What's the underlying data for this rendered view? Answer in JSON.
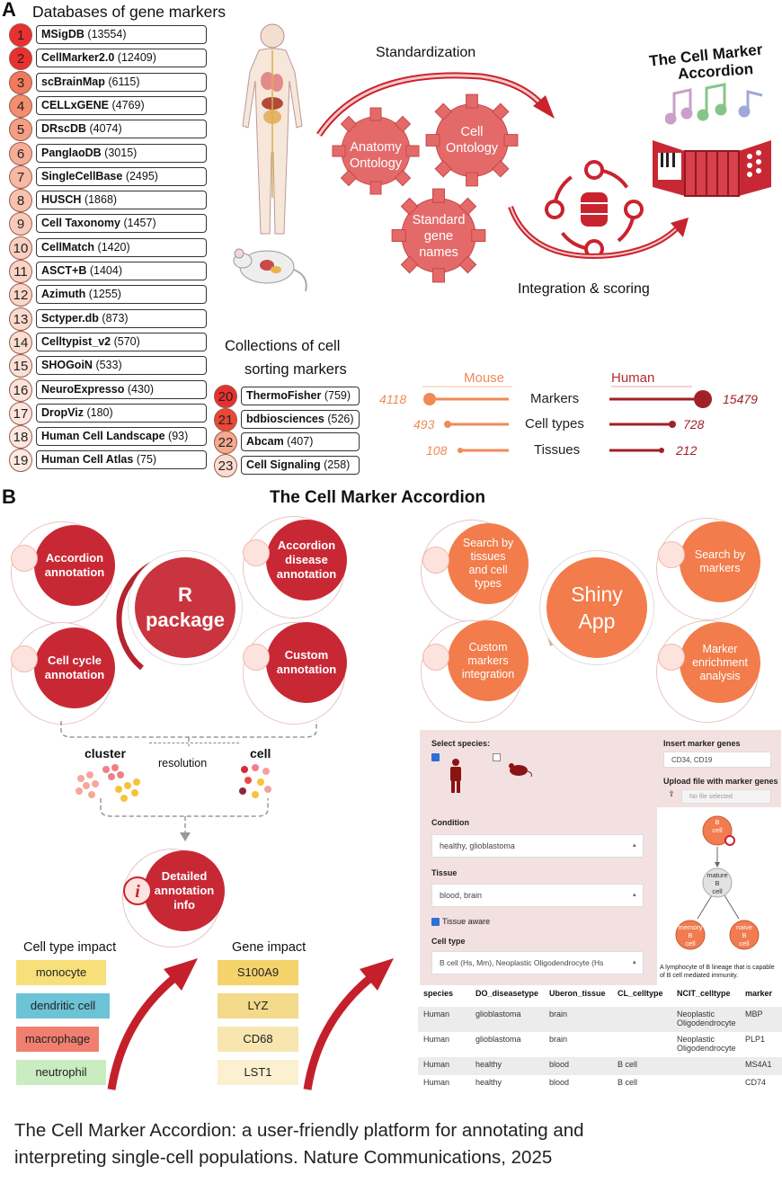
{
  "panel_a": {
    "letter": "A",
    "db_title": "Databases of gene markers",
    "databases": [
      {
        "num": "1",
        "name": "MSigDB",
        "count": "(13554)",
        "color": "#e8312f"
      },
      {
        "num": "2",
        "name": "CellMarker2.0",
        "count": "(12409)",
        "color": "#e8312f"
      },
      {
        "num": "3",
        "name": "scBrainMap",
        "count": "(6115)",
        "color": "#f07a5c"
      },
      {
        "num": "4",
        "name": "CELLxGENE",
        "count": "(4769)",
        "color": "#f38e6f"
      },
      {
        "num": "5",
        "name": "DRscDB",
        "count": "(4074)",
        "color": "#f49e83"
      },
      {
        "num": "6",
        "name": "PanglaoDB",
        "count": "(3015)",
        "color": "#f6ad95"
      },
      {
        "num": "7",
        "name": "SingleCellBase",
        "count": "(2495)",
        "color": "#f7b9a4"
      },
      {
        "num": "8",
        "name": "HUSCH",
        "count": "(1868)",
        "color": "#f8c2af"
      },
      {
        "num": "9",
        "name": "Cell Taxonomy",
        "count": "(1457)",
        "color": "#f9cab9"
      },
      {
        "num": "10",
        "name": "CellMatch",
        "count": "(1420)",
        "color": "#f9cfbf"
      },
      {
        "num": "11",
        "name": "ASCT+B",
        "count": "(1404)",
        "color": "#fad3c4"
      },
      {
        "num": "12",
        "name": "Azimuth",
        "count": "(1255)",
        "color": "#fad6c8"
      },
      {
        "num": "13",
        "name": "Sctyper.db",
        "count": "(873)",
        "color": "#fbdace"
      },
      {
        "num": "14",
        "name": "Celltypist_v2",
        "count": "(570)",
        "color": "#fbddd2"
      },
      {
        "num": "15",
        "name": "SHOGoiN",
        "count": "(533)",
        "color": "#fbe0d6"
      },
      {
        "num": "16",
        "name": "NeuroExpresso",
        "count": "(430)",
        "color": "#fce3da"
      },
      {
        "num": "17",
        "name": "DropViz",
        "count": "(180)",
        "color": "#fce5dd"
      },
      {
        "num": "18",
        "name": "Human Cell Landscape",
        "count": "(93)",
        "color": "#fce8e0"
      },
      {
        "num": "19",
        "name": "Human Cell Atlas",
        "count": "(75)",
        "color": "#fdeae3"
      }
    ],
    "collections_title_1": "Collections of cell",
    "collections_title_2": "sorting markers",
    "collections": [
      {
        "num": "20",
        "name": "ThermoFisher",
        "count": "(759)",
        "color": "#e8312f"
      },
      {
        "num": "21",
        "name": "bdbiosciences",
        "count": "(526)",
        "color": "#ea4836"
      },
      {
        "num": "22",
        "name": "Abcam",
        "count": "(407)",
        "color": "#f5a98f"
      },
      {
        "num": "23",
        "name": "Cell Signaling",
        "count": "(258)",
        "color": "#fbdcd0"
      }
    ],
    "standardization": "Standardization",
    "gear_anatomy": [
      "Anatomy",
      "Ontology"
    ],
    "gear_cell": [
      "Cell",
      "Ontology"
    ],
    "gear_gene": [
      "Standard",
      "gene",
      "names"
    ],
    "integration": "Integration & scoring",
    "accordion_title_1": "The Cell Marker",
    "accordion_title_2": "Accordion",
    "stats": {
      "mouse_label": "Mouse",
      "human_label": "Human",
      "rows": [
        {
          "metric": "Markers",
          "mouse": "4118",
          "human": "15479"
        },
        {
          "metric": "Cell types",
          "mouse": "493",
          "human": "728"
        },
        {
          "metric": "Tissues",
          "mouse": "108",
          "human": "212"
        }
      ]
    }
  },
  "panel_b": {
    "letter": "B",
    "title": "The Cell Marker Accordion",
    "r_center": [
      "R",
      "package"
    ],
    "r_items": [
      [
        "Accordion",
        "annotation"
      ],
      [
        "Accordion",
        "disease",
        "annotation"
      ],
      [
        "Cell cycle",
        "annotation"
      ],
      [
        "Custom",
        "annotation"
      ]
    ],
    "shiny_center": [
      "Shiny",
      "App"
    ],
    "shiny_items": [
      [
        "Search by",
        "tissues",
        "and cell",
        "types"
      ],
      [
        "Search by",
        "markers"
      ],
      [
        "Custom",
        "markers",
        "integration"
      ],
      [
        "Marker",
        "enrichment",
        "analysis"
      ]
    ],
    "cluster": "cluster",
    "resolution": "resolution",
    "cell": "cell",
    "detailed": [
      "Detailed",
      "annotation",
      "info"
    ],
    "cell_type_impact": "Cell type impact",
    "gene_impact": "Gene impact",
    "cell_types": [
      {
        "label": "monocyte",
        "color": "#f7e07a"
      },
      {
        "label": "dendritic cell",
        "color": "#6cc3d6"
      },
      {
        "label": "macrophage",
        "color": "#f07f6f"
      },
      {
        "label": "neutrophil",
        "color": "#c9ecc0"
      }
    ],
    "genes": [
      {
        "label": "S100A9",
        "color": "#f5d36b"
      },
      {
        "label": "LYZ",
        "color": "#f3d98a"
      },
      {
        "label": "CD68",
        "color": "#f8e6b0"
      },
      {
        "label": "LST1",
        "color": "#fbf0cf"
      }
    ],
    "ui": {
      "select_species": "Select species:",
      "insert_marker": "Insert marker genes",
      "marker_value": "CD34, CD19",
      "upload": "Upload file with marker genes",
      "no_file": "No file selected",
      "condition": "Condition",
      "condition_value": "healthy, glioblastoma",
      "tissue": "Tissue",
      "tissue_value": "blood, brain",
      "tissue_aware": "Tissue aware",
      "cell_type": "Cell type",
      "cell_type_value": "B cell (Hs, Mm), Neoplastic Oligodendrocyte (Hs",
      "tree_nodes": [
        [
          "B",
          "cell"
        ],
        [
          "mature",
          "B",
          "cell"
        ],
        [
          "memory",
          "B",
          "cell"
        ],
        [
          "naive",
          "B",
          "cell"
        ]
      ],
      "tree_caption": "A lymphocyte of B lineage that is capable of B cell mediated immunity.",
      "table_headers": [
        "species",
        "DO_diseasetype",
        "Uberon_tissue",
        "CL_celltype",
        "NCIT_celltype",
        "marker"
      ],
      "table_rows": [
        [
          "Human",
          "glioblastoma",
          "brain",
          "",
          "Neoplastic Oligodendrocyte",
          "MBP"
        ],
        [
          "Human",
          "glioblastoma",
          "brain",
          "",
          "Neoplastic Oligodendrocyte",
          "PLP1"
        ],
        [
          "Human",
          "healthy",
          "blood",
          "B cell",
          "",
          "MS4A1"
        ],
        [
          "Human",
          "healthy",
          "blood",
          "B cell",
          "",
          "CD74"
        ]
      ]
    }
  },
  "caption": {
    "line1": "The Cell Marker Accordion: a user-friendly platform for annotating and",
    "line2": "interpreting single-cell populations. Nature Communications, 2025"
  }
}
